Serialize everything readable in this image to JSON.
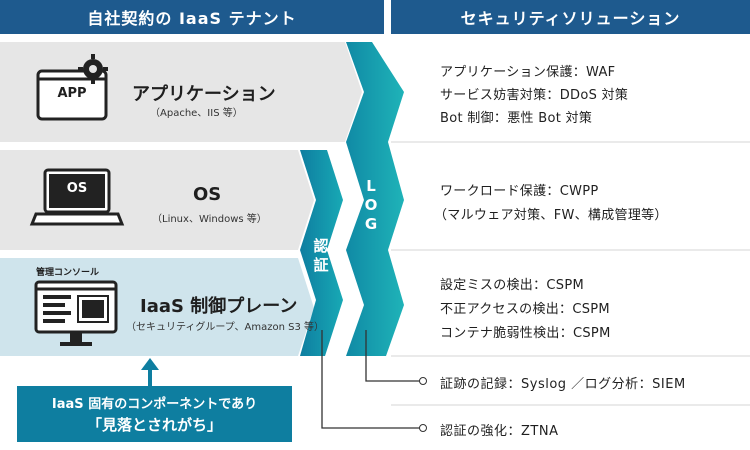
{
  "headers": {
    "left": "自社契約の IaaS テナント",
    "right": "セキュリティソリューション"
  },
  "rows": [
    {
      "title": "アプリケーション",
      "subtitle": "（Apache、IIS 等）",
      "icon": "app-window-gear-icon",
      "icon_text": "APP"
    },
    {
      "title": "OS",
      "subtitle": "（Linux、Windows 等）",
      "icon": "laptop-icon",
      "icon_text": "OS"
    },
    {
      "title": "IaaS 制御プレーン",
      "subtitle": "（セキュリティグループ、Amazon S3 等）",
      "icon": "monitor-console-icon",
      "caption": "管理コンソール"
    }
  ],
  "bands": {
    "auth": [
      "認",
      "証"
    ],
    "log": [
      "L",
      "O",
      "G"
    ]
  },
  "solutions": [
    [
      "アプリケーション保護：WAF",
      "サービス妨害対策：DDoS 対策",
      "Bot 制御：悪性 Bot 対策"
    ],
    [
      "ワークロード保護：CWPP",
      "（マルウェア対策、FW、構成管理等）"
    ],
    [
      "設定ミスの検出：CSPM",
      "不正アクセスの検出：CSPM",
      "コンテナ脆弱性検出：CSPM"
    ]
  ],
  "notes": [
    "証跡の記録：Syslog ／ログ分析：SIEM",
    "認証の強化：ZTNA"
  ],
  "callout": {
    "line1": "IaaS 固有のコンポーネントであり",
    "line2": "「見落とされがち」"
  },
  "colors": {
    "header": "#1e5a8e",
    "row_gray": "#e6e6e6",
    "row_blue": "#cfe4ec",
    "teal_dark": "#0e7ea0",
    "teal_light": "#16a6b8",
    "callout": "#0e7ea0"
  }
}
